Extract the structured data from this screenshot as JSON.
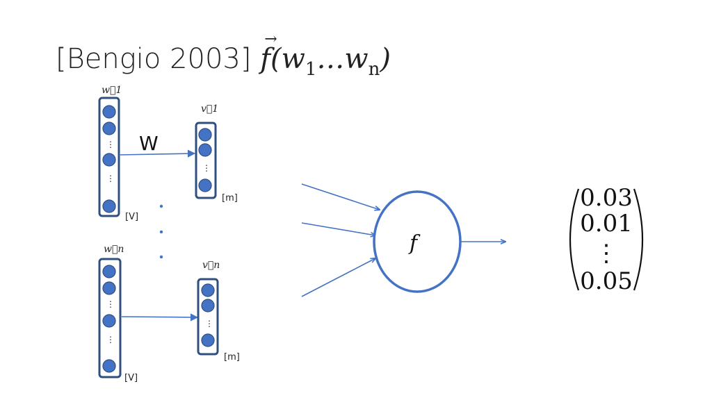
{
  "title": {
    "prefix": "[Bengio 2003] ",
    "f": "f",
    "open": "(",
    "w1": "w",
    "w1_sub": "1",
    "ellipsis": "…",
    "wn": "w",
    "wn_sub": "n",
    "close": ")"
  },
  "input_top": {
    "label": "w⃗1",
    "size_label": "[V]"
  },
  "input_bottom": {
    "label": "w⃗n",
    "size_label": "[V]"
  },
  "embed_top": {
    "label": "v⃗1",
    "size_label": "[m]"
  },
  "embed_bottom": {
    "label": "v⃗n",
    "size_label": "[m]"
  },
  "weight_label": "W",
  "vertical_ellipsis": "⋮",
  "function_label": "f",
  "output_vector": [
    "0.03",
    "0.01",
    "⋮",
    "0.05"
  ],
  "colors": {
    "accent": "#4472c4",
    "border": "#2f4f7f"
  }
}
